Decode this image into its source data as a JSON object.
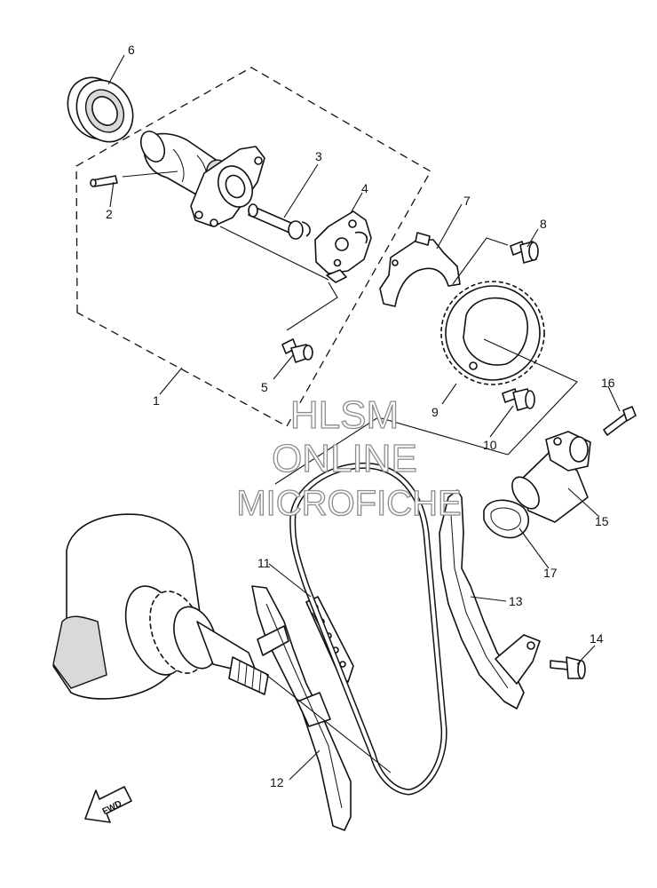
{
  "watermark": {
    "line1": "HLSM",
    "line2": "ONLINE",
    "line3": "MICROFICHE"
  },
  "direction_label": "FWD",
  "callouts": {
    "c1": "1",
    "c2": "2",
    "c3": "3",
    "c4": "4",
    "c5": "5",
    "c6": "6",
    "c7": "7",
    "c8": "8",
    "c9": "9",
    "c10": "10",
    "c11": "11",
    "c12": "12",
    "c13": "13",
    "c14": "14",
    "c15": "15",
    "c16": "16",
    "c17": "17"
  },
  "colors": {
    "line": "#111111",
    "watermark_outline": "#8c8c8c",
    "background": "#ffffff"
  }
}
